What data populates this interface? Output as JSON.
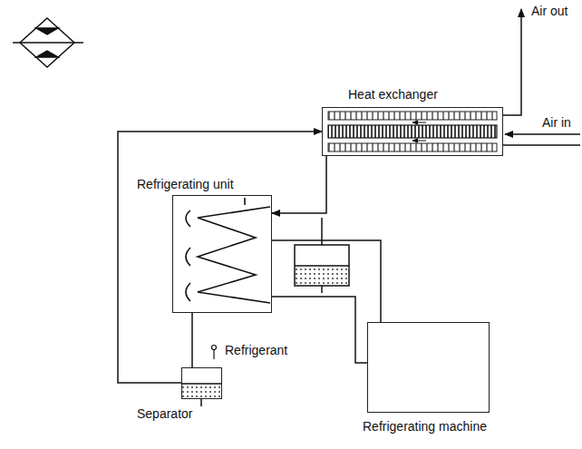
{
  "diagram": {
    "nodes": [
      {
        "text": [
          "Heat exchanger"
        ]
      },
      {
        "text": [
          "Refrigerating unit"
        ]
      },
      {
        "text": [
          "Separator"
        ]
      },
      {
        "text": [
          "Refrigerating machine"
        ]
      }
    ],
    "edges": [
      {
        "from": 0,
        "to": 1,
        "arrow": "to"
      },
      {
        "from": 1,
        "to": 2,
        "arrow": "none"
      },
      {
        "from": 2,
        "to": 0,
        "arrow": "to"
      },
      {
        "from": 3,
        "to": 1,
        "arrow": "none"
      },
      {
        "from": 1,
        "to": 3,
        "arrow": "none"
      }
    ],
    "labels": [
      "Air out",
      "Air in",
      "Refrigerant"
    ]
  }
}
